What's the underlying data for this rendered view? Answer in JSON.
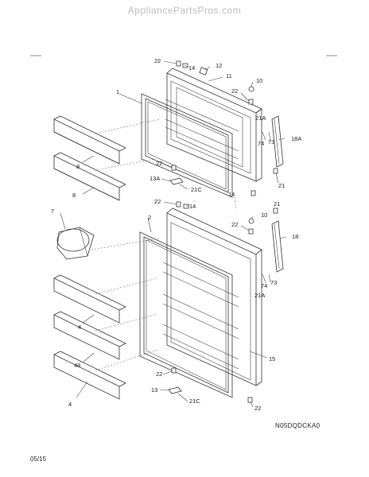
{
  "header": {
    "site_name": "AppliancePartsPros.com"
  },
  "footer": {
    "reference_code": "N05DQDCKA0",
    "page_date": "05/15"
  },
  "callouts": {
    "top_22": "22",
    "top_14": "14",
    "top_12": "12",
    "top_11": "11",
    "top_10": "10",
    "top_1": "1",
    "top_22b": "22",
    "top_21a": "21A",
    "top_74": "74",
    "top_73": "73",
    "top_18a": "18A",
    "top_8a": "8",
    "top_22c": "22",
    "top_8b": "8",
    "top_13a": "13A",
    "top_21c": "21C",
    "top_21": "21",
    "mid_14": "14",
    "mid_22": "22",
    "mid_14b": "14",
    "mid_21": "21",
    "mid_10": "10",
    "mid_22b": "22",
    "mid_18": "18",
    "mid_7": "7",
    "mid_2": "2",
    "mid_74": "74",
    "mid_73": "73",
    "mid_21a": "21A",
    "bot_4a": "4",
    "bot_15": "15",
    "bot_48": "48",
    "bot_4b": "4",
    "bot_22": "22",
    "bot_13": "13",
    "bot_21c": "21C",
    "bot_22b": "22"
  }
}
